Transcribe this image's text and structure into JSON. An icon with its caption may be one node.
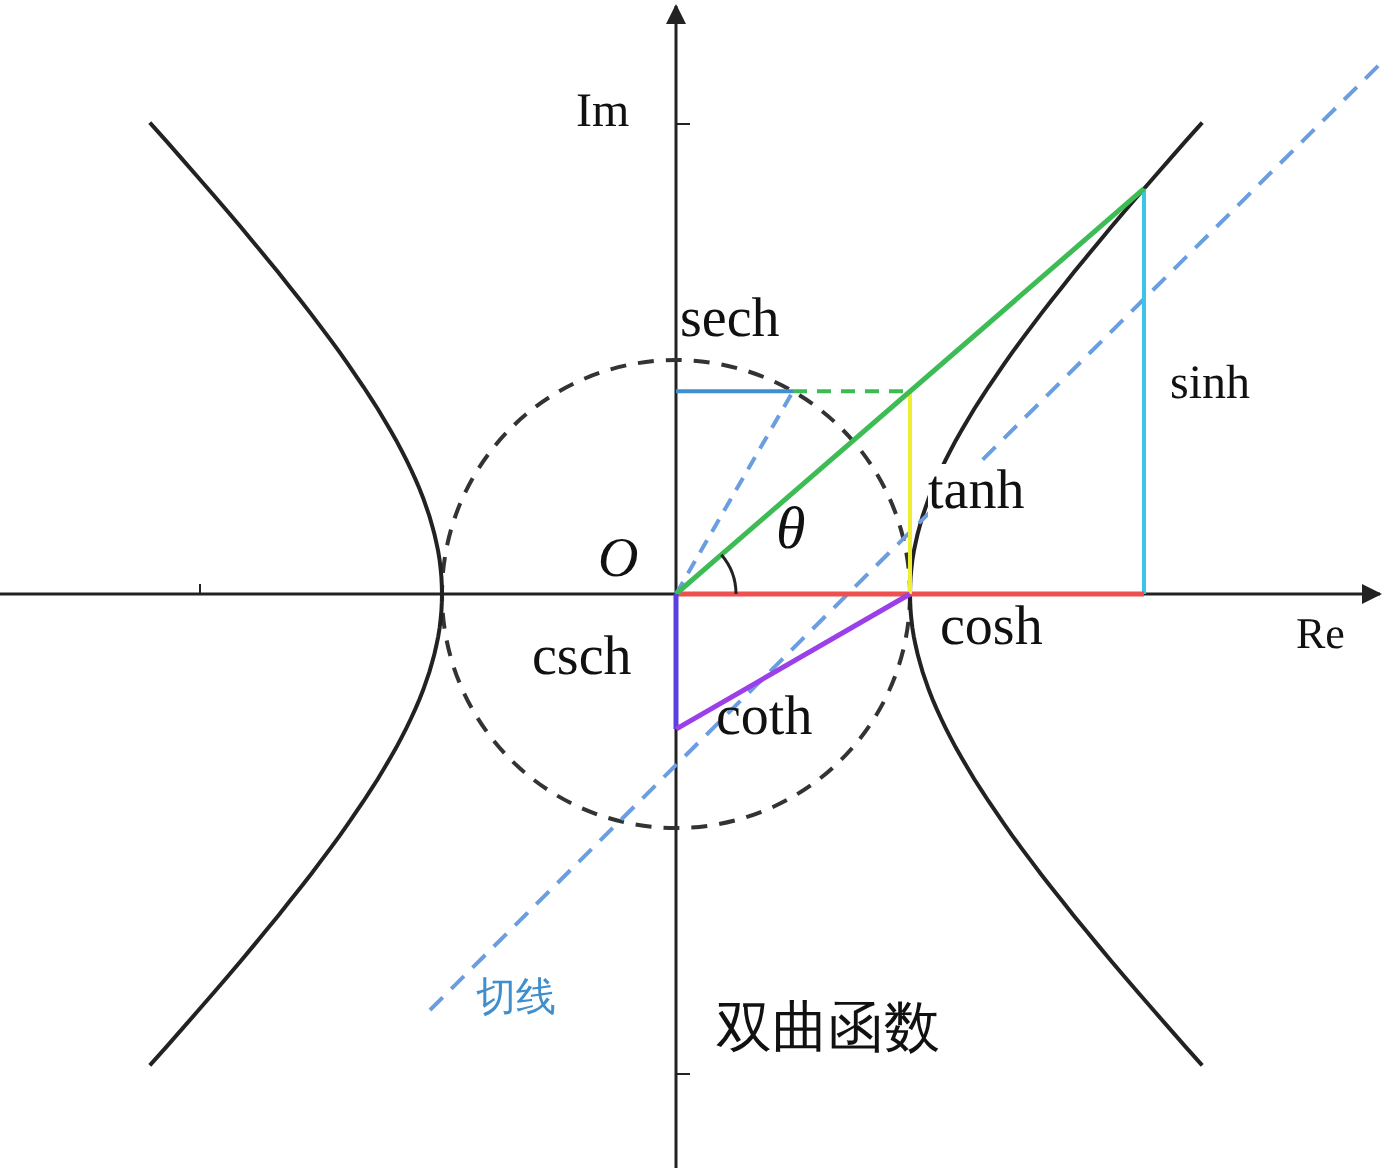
{
  "diagram": {
    "labels": [
      "Im",
      "sech",
      "sinh",
      "tanh",
      "O",
      "θ",
      "Re",
      "cosh",
      "csch",
      "coth",
      "切线",
      "双曲函数"
    ]
  }
}
